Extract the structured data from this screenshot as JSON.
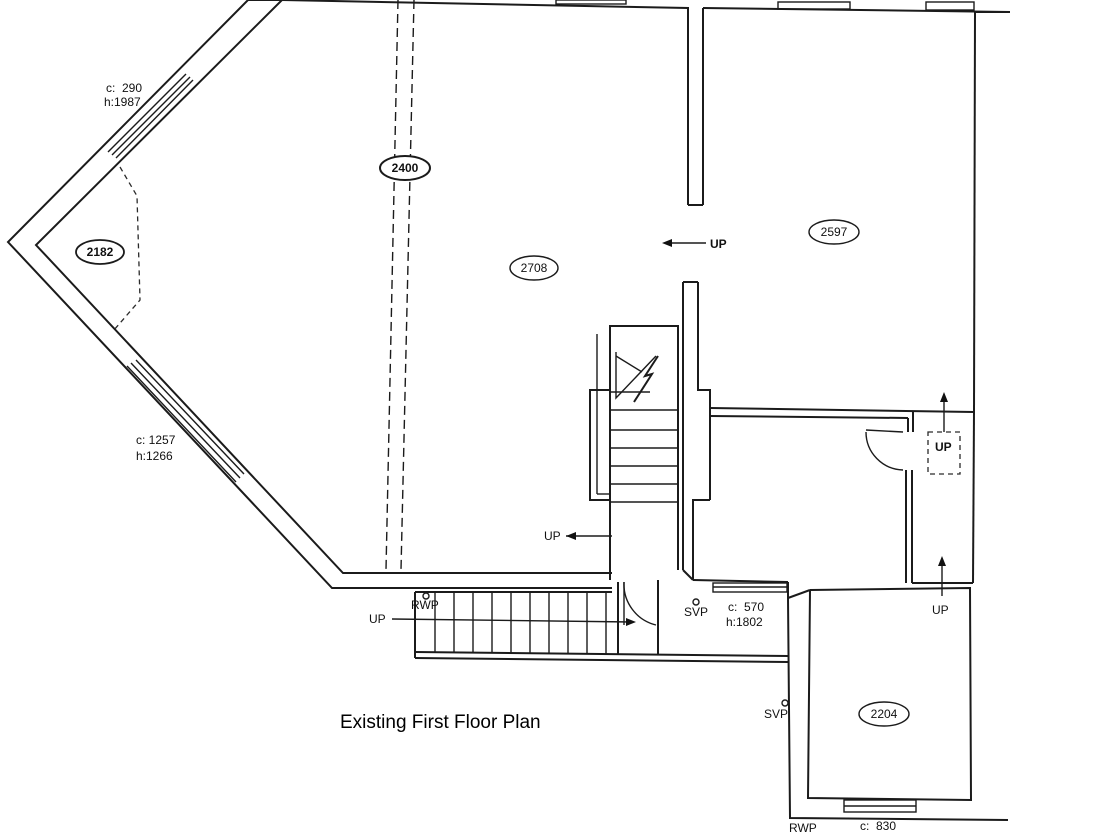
{
  "title": "Existing First Floor Plan",
  "rooms": [
    {
      "id": "room-2708",
      "label": "2708"
    },
    {
      "id": "room-2182",
      "label": "2182"
    },
    {
      "id": "room-2400",
      "label": "2400"
    },
    {
      "id": "room-2597",
      "label": "2597"
    },
    {
      "id": "room-2204",
      "label": "2204"
    }
  ],
  "windows": {
    "top_left": {
      "c": "c:  290",
      "h": "h:1987"
    },
    "lower_left": {
      "c": "c: 1257",
      "h": "h:1266"
    },
    "middle": {
      "c": "c:  570",
      "h": "h:1802"
    },
    "bottom": {
      "c": "c:  830"
    }
  },
  "annotations": {
    "up": "UP",
    "rwp": "RWP",
    "svp": "SVP"
  }
}
